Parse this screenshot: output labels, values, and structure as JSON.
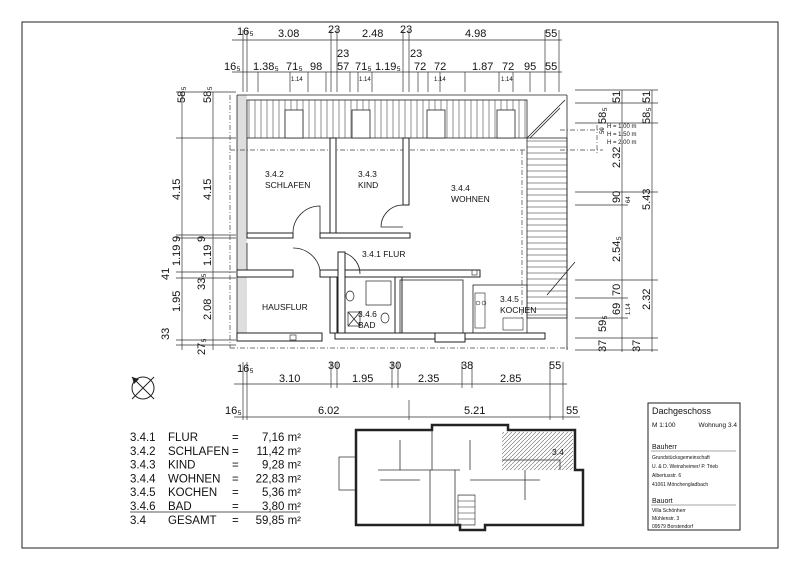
{
  "dims_top_row1": [
    "16₅",
    "3.08",
    "23",
    "2.48",
    "23",
    "4.98",
    "55"
  ],
  "dims_top_row2": [
    "16₅",
    "1.38₅",
    "71₅",
    "98",
    "23",
    "57",
    "71₅",
    "1.19₅",
    "23",
    "72",
    "72",
    "1.87",
    "72",
    "95",
    "55"
  ],
  "dims_top_small": [
    "1.14",
    "1.14",
    "1.14",
    "1.14"
  ],
  "dims_left_outer": [
    "58₅",
    "4.15",
    "9",
    "1.19",
    "41",
    "1.95",
    "33"
  ],
  "dims_left_inner": [
    "58₅",
    "4.15",
    "9",
    "1.19",
    "33₅",
    "2.08",
    "27₅"
  ],
  "dims_right_a": [
    "58₅",
    "59₅",
    "37"
  ],
  "dims_right_b": [
    "51",
    "2.32",
    "90",
    "64",
    "2.54₅",
    "70",
    "69",
    "1.14"
  ],
  "dims_right_c": [
    "51",
    "58₅",
    "5.43",
    "2.32",
    "37"
  ],
  "dims_right_detail": "59",
  "heights": [
    "H = 1.00 m",
    "H = 1.50 m",
    "H = 2.00 m"
  ],
  "dims_bottom_row1": [
    "16₅",
    "3.10",
    "30",
    "1.95",
    "30",
    "2.35",
    "38",
    "2.85",
    "55"
  ],
  "dims_bottom_row2": [
    "16₅",
    "6.02",
    "5.21",
    "55"
  ],
  "rooms": {
    "schlafen": {
      "num": "3.4.2",
      "name": "SCHLAFEN"
    },
    "kind": {
      "num": "3.4.3",
      "name": "KIND"
    },
    "wohnen": {
      "num": "3.4.4",
      "name": "WOHNEN"
    },
    "flur": "3.4.1 FLUR",
    "hausflur": "HAUSFLUR",
    "bad": {
      "num": "3.4.6",
      "name": "BAD"
    },
    "kochen": {
      "num": "3.4.5",
      "name": "KOCHEN"
    }
  },
  "areas": [
    {
      "num": "3.4.1",
      "name": "FLUR",
      "eq": "=",
      "value": "7,16 m²"
    },
    {
      "num": "3.4.2",
      "name": "SCHLAFEN",
      "eq": "=",
      "value": "11,42 m²"
    },
    {
      "num": "3.4.3",
      "name": "KIND",
      "eq": "=",
      "value": "9,28 m²"
    },
    {
      "num": "3.4.4",
      "name": "WOHNEN",
      "eq": "=",
      "value": "22,83 m²"
    },
    {
      "num": "3.4.5",
      "name": "KOCHEN",
      "eq": "=",
      "value": "5,36 m²"
    },
    {
      "num": "3.4.6",
      "name": "BAD",
      "eq": "=",
      "value": "3,80 m²"
    },
    {
      "num": "3.4",
      "name": "GESAMT",
      "eq": "=",
      "value": "59,85 m²"
    }
  ],
  "siteplan_label": "3.4",
  "titleblock": {
    "title": "Dachgeschoss",
    "scale": "M 1:100",
    "unit": "Wohnung 3.4",
    "bauherr_heading": "Bauherr",
    "bauherr_lines": [
      "Grundstücksgemeinschaft",
      "U. & D. Weinsheimer/ P. Trieb",
      "Albertusstr. 6",
      "41061 Mönchengladbach"
    ],
    "bauort_heading": "Bauort",
    "bauort_lines": [
      "Villa Schönherr",
      "Mühlenstr. 3",
      "09579 Borstendorf"
    ]
  },
  "colors": {
    "line": "#222222",
    "hatch": "#555555"
  }
}
